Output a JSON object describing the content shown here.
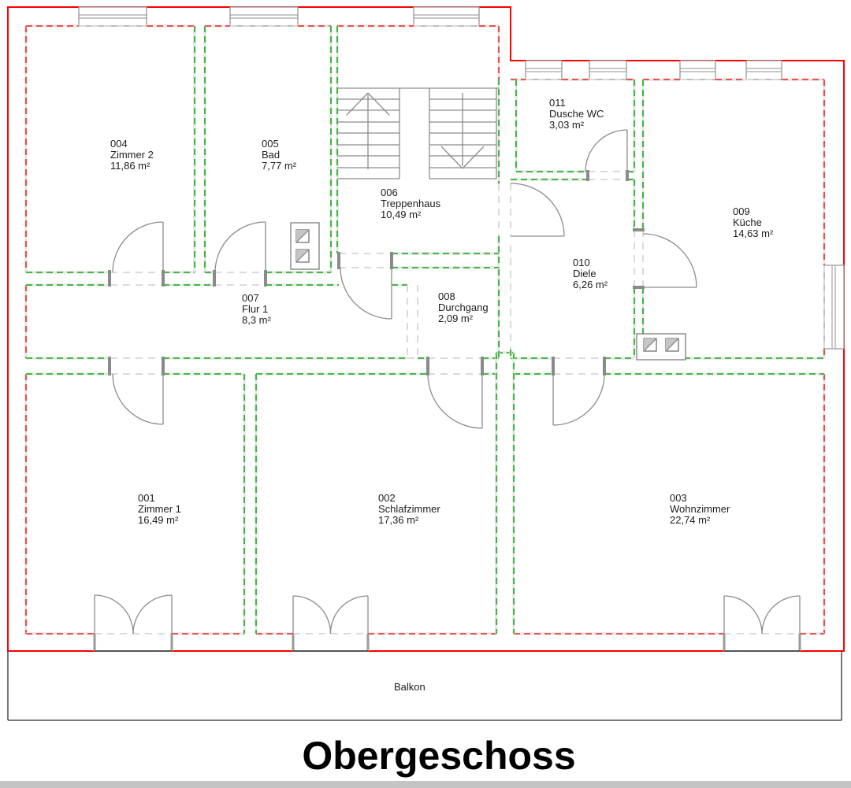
{
  "drawing_title": "Obergeschoss",
  "balcony": {
    "label": "Balkon"
  },
  "legend_colors": {
    "exterior_wall": "#ff0000",
    "exterior_face_dash": "#f23b3b",
    "interior_face_dash": "#2fb32f",
    "opening_dash": "#d6d6d6"
  },
  "rooms": [
    {
      "number": "001",
      "name": "Zimmer 1",
      "area": "16,49 m²"
    },
    {
      "number": "002",
      "name": "Schlafzimmer",
      "area": "17,36 m²"
    },
    {
      "number": "003",
      "name": "Wohnzimmer",
      "area": "22,74 m²"
    },
    {
      "number": "004",
      "name": "Zimmer 2",
      "area": "11,86 m²"
    },
    {
      "number": "005",
      "name": "Bad",
      "area": "7,77 m²"
    },
    {
      "number": "006",
      "name": "Treppenhaus",
      "area": "10,49 m²"
    },
    {
      "number": "007",
      "name": "Flur 1",
      "area": "8,3 m²"
    },
    {
      "number": "008",
      "name": "Durchgang",
      "area": "2,09 m²"
    },
    {
      "number": "009",
      "name": "Küche",
      "area": "14,63 m²"
    },
    {
      "number": "010",
      "name": "Diele",
      "area": "6,26 m²"
    },
    {
      "number": "011",
      "name": "Dusche WC",
      "area": "3,03 m²"
    }
  ]
}
